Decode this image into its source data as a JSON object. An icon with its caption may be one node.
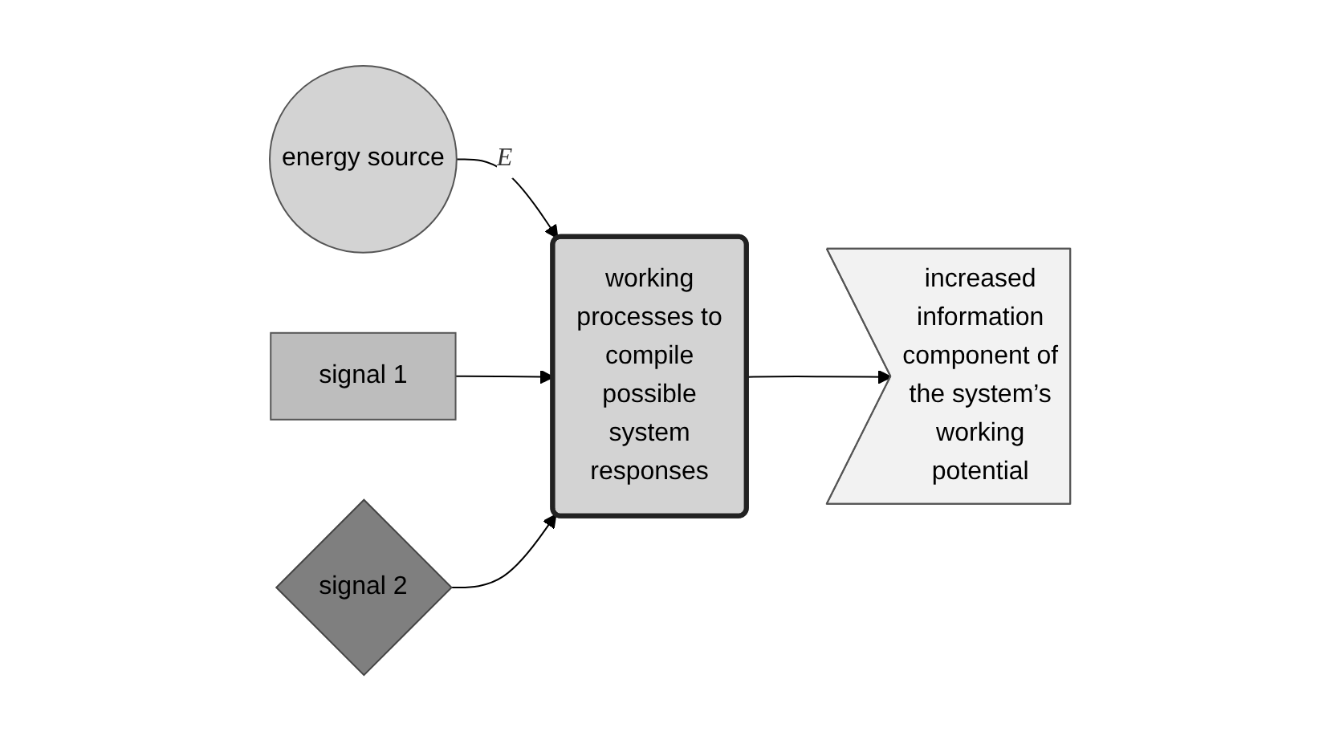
{
  "diagram": {
    "nodes": [
      {
        "text": [
          "energy source"
        ]
      },
      {
        "text": [
          "signal 1"
        ]
      },
      {
        "text": [
          "working processes to compile possible system responses"
        ]
      },
      {
        "text": [
          "increased information component of the system’s working potential"
        ]
      },
      {
        "text": [
          "signal 2"
        ]
      }
    ],
    "edges": [
      {
        "from": 0,
        "to": 2,
        "arrow": "to",
        "label": "E"
      },
      {
        "from": 1,
        "to": 2,
        "arrow": "to"
      },
      {
        "from": 4,
        "to": 2,
        "arrow": "to"
      },
      {
        "from": 2,
        "to": 3,
        "arrow": "to"
      }
    ]
  }
}
